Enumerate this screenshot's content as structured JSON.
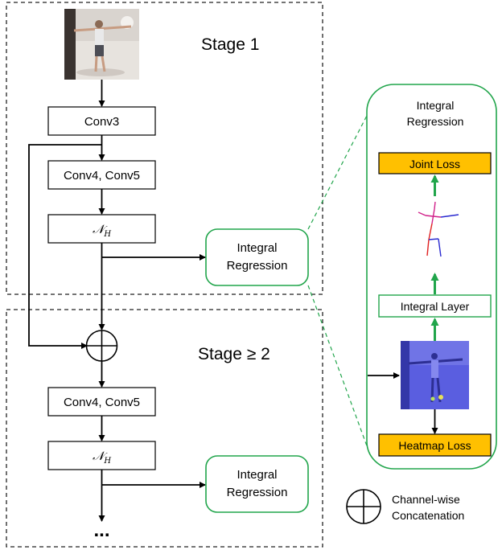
{
  "stage1": {
    "title": "Stage 1",
    "conv3": "Conv3",
    "conv45": "Conv4, Conv5",
    "nh_main": "𝒩",
    "nh_sub": "H",
    "ir_line1": "Integral",
    "ir_line2": "Regression"
  },
  "stage2": {
    "title": "Stage ≥ 2",
    "conv45": "Conv4, Conv5",
    "nh_main": "𝒩",
    "nh_sub": "H",
    "ir_line1": "Integral",
    "ir_line2": "Regression",
    "ellipsis": "..."
  },
  "detail": {
    "title_line1": "Integral",
    "title_line2": "Regression",
    "joint_loss": "Joint Loss",
    "integral_layer": "Integral Layer",
    "heatmap_loss": "Heatmap Loss"
  },
  "legend": {
    "line1": "Channel-wise",
    "line2": "Concatenation"
  },
  "colors": {
    "green": "#21a54b",
    "orange": "#ffc000",
    "heatmap_blue": "#5a5ee0",
    "dashed": "#222222"
  },
  "icons": {
    "concat": "circle-plus-icon"
  }
}
